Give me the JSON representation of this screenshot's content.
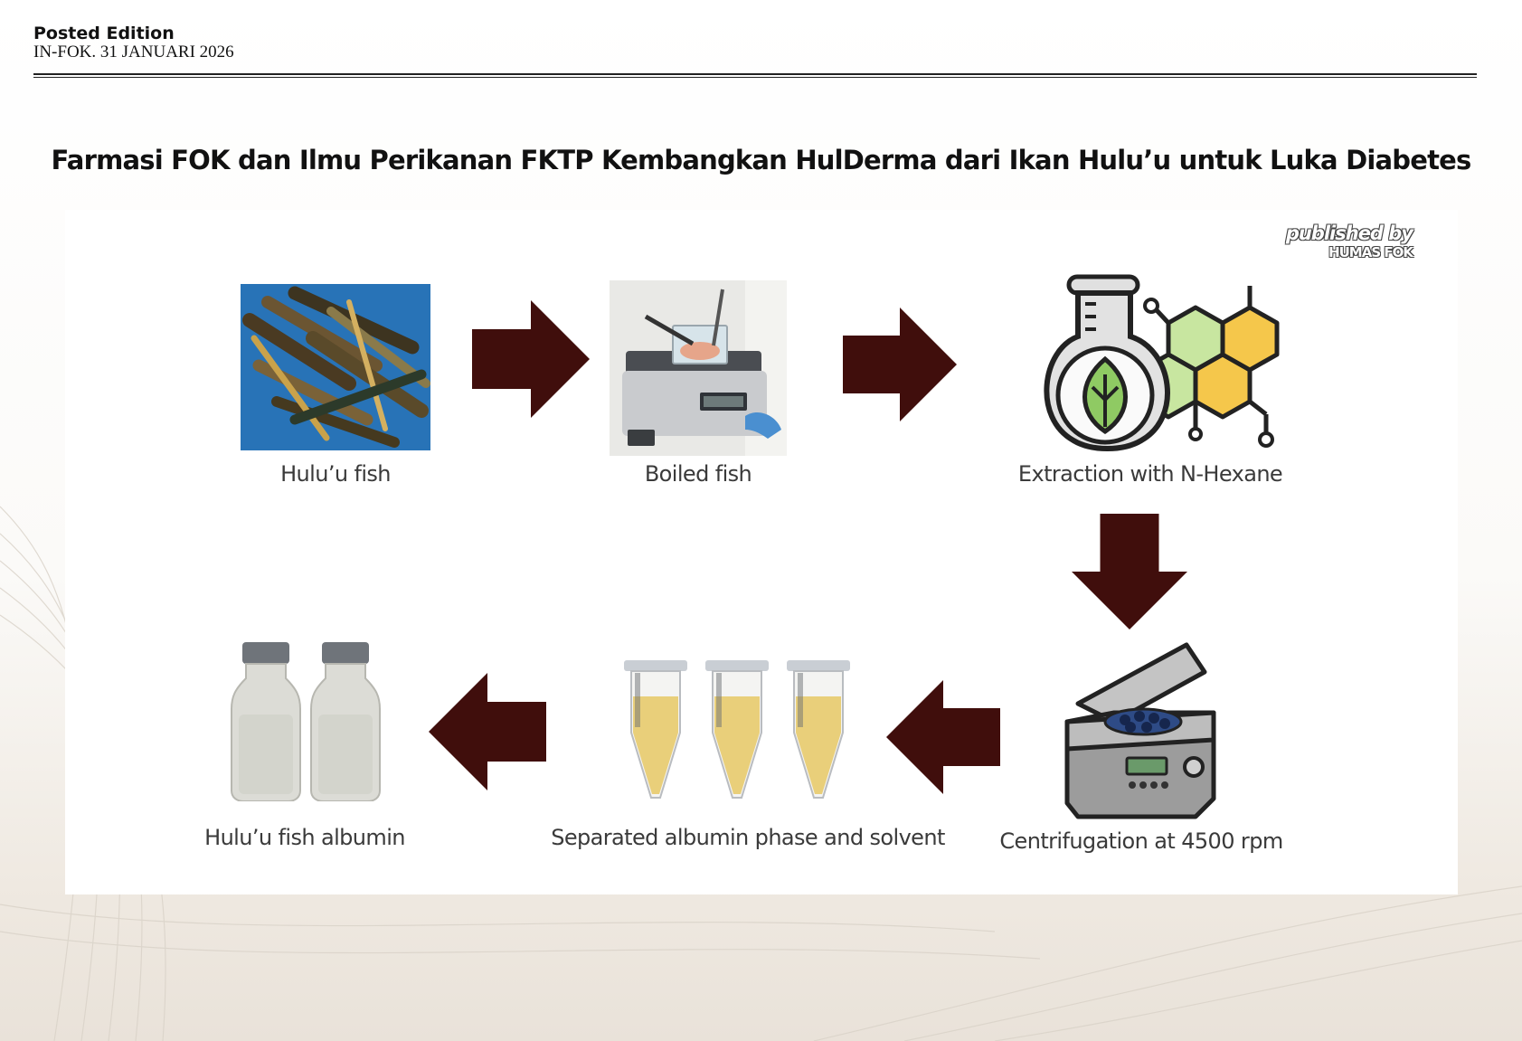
{
  "header": {
    "posted_label": "Posted Edition",
    "edition_date": "IN-FOK. 31 JANUARI 2026"
  },
  "headline": "Farmasi FOK dan Ilmu Perikanan FKTP Kembangkan HulDerma dari Ikan Hulu’u untuk Luka Diabetes",
  "watermark": {
    "line1": "published by",
    "line2": "HUMAS FOK"
  },
  "colors": {
    "arrow": "#400e0c",
    "liquid": "#e9cf7a",
    "plant": "#8fca63",
    "hex_green": "#c8e6a0",
    "hex_yellow": "#f5c74b",
    "machine": "#9c9c9c"
  },
  "steps": [
    {
      "icon": "fish-photo",
      "caption": "Hulu’u fish"
    },
    {
      "icon": "water-bath-photo",
      "caption": "Boiled fish"
    },
    {
      "icon": "flask-molecule-icon",
      "caption": "Extraction with N-Hexane"
    },
    {
      "icon": "centrifuge-icon",
      "caption": "Centrifugation at 4500 rpm"
    },
    {
      "icon": "tubes-icon",
      "caption": "Separated albumin phase and solvent"
    },
    {
      "icon": "bottles-photo",
      "caption": "Hulu’u fish albumin"
    }
  ],
  "flow": [
    {
      "from": "Hulu’u fish",
      "to": "Boiled fish",
      "direction": "right"
    },
    {
      "from": "Boiled fish",
      "to": "Extraction with N-Hexane",
      "direction": "right"
    },
    {
      "from": "Extraction with N-Hexane",
      "to": "Centrifugation at 4500 rpm",
      "direction": "down"
    },
    {
      "from": "Centrifugation at 4500 rpm",
      "to": "Separated albumin phase and solvent",
      "direction": "left"
    },
    {
      "from": "Separated albumin phase and solvent",
      "to": "Hulu’u fish albumin",
      "direction": "left"
    }
  ]
}
